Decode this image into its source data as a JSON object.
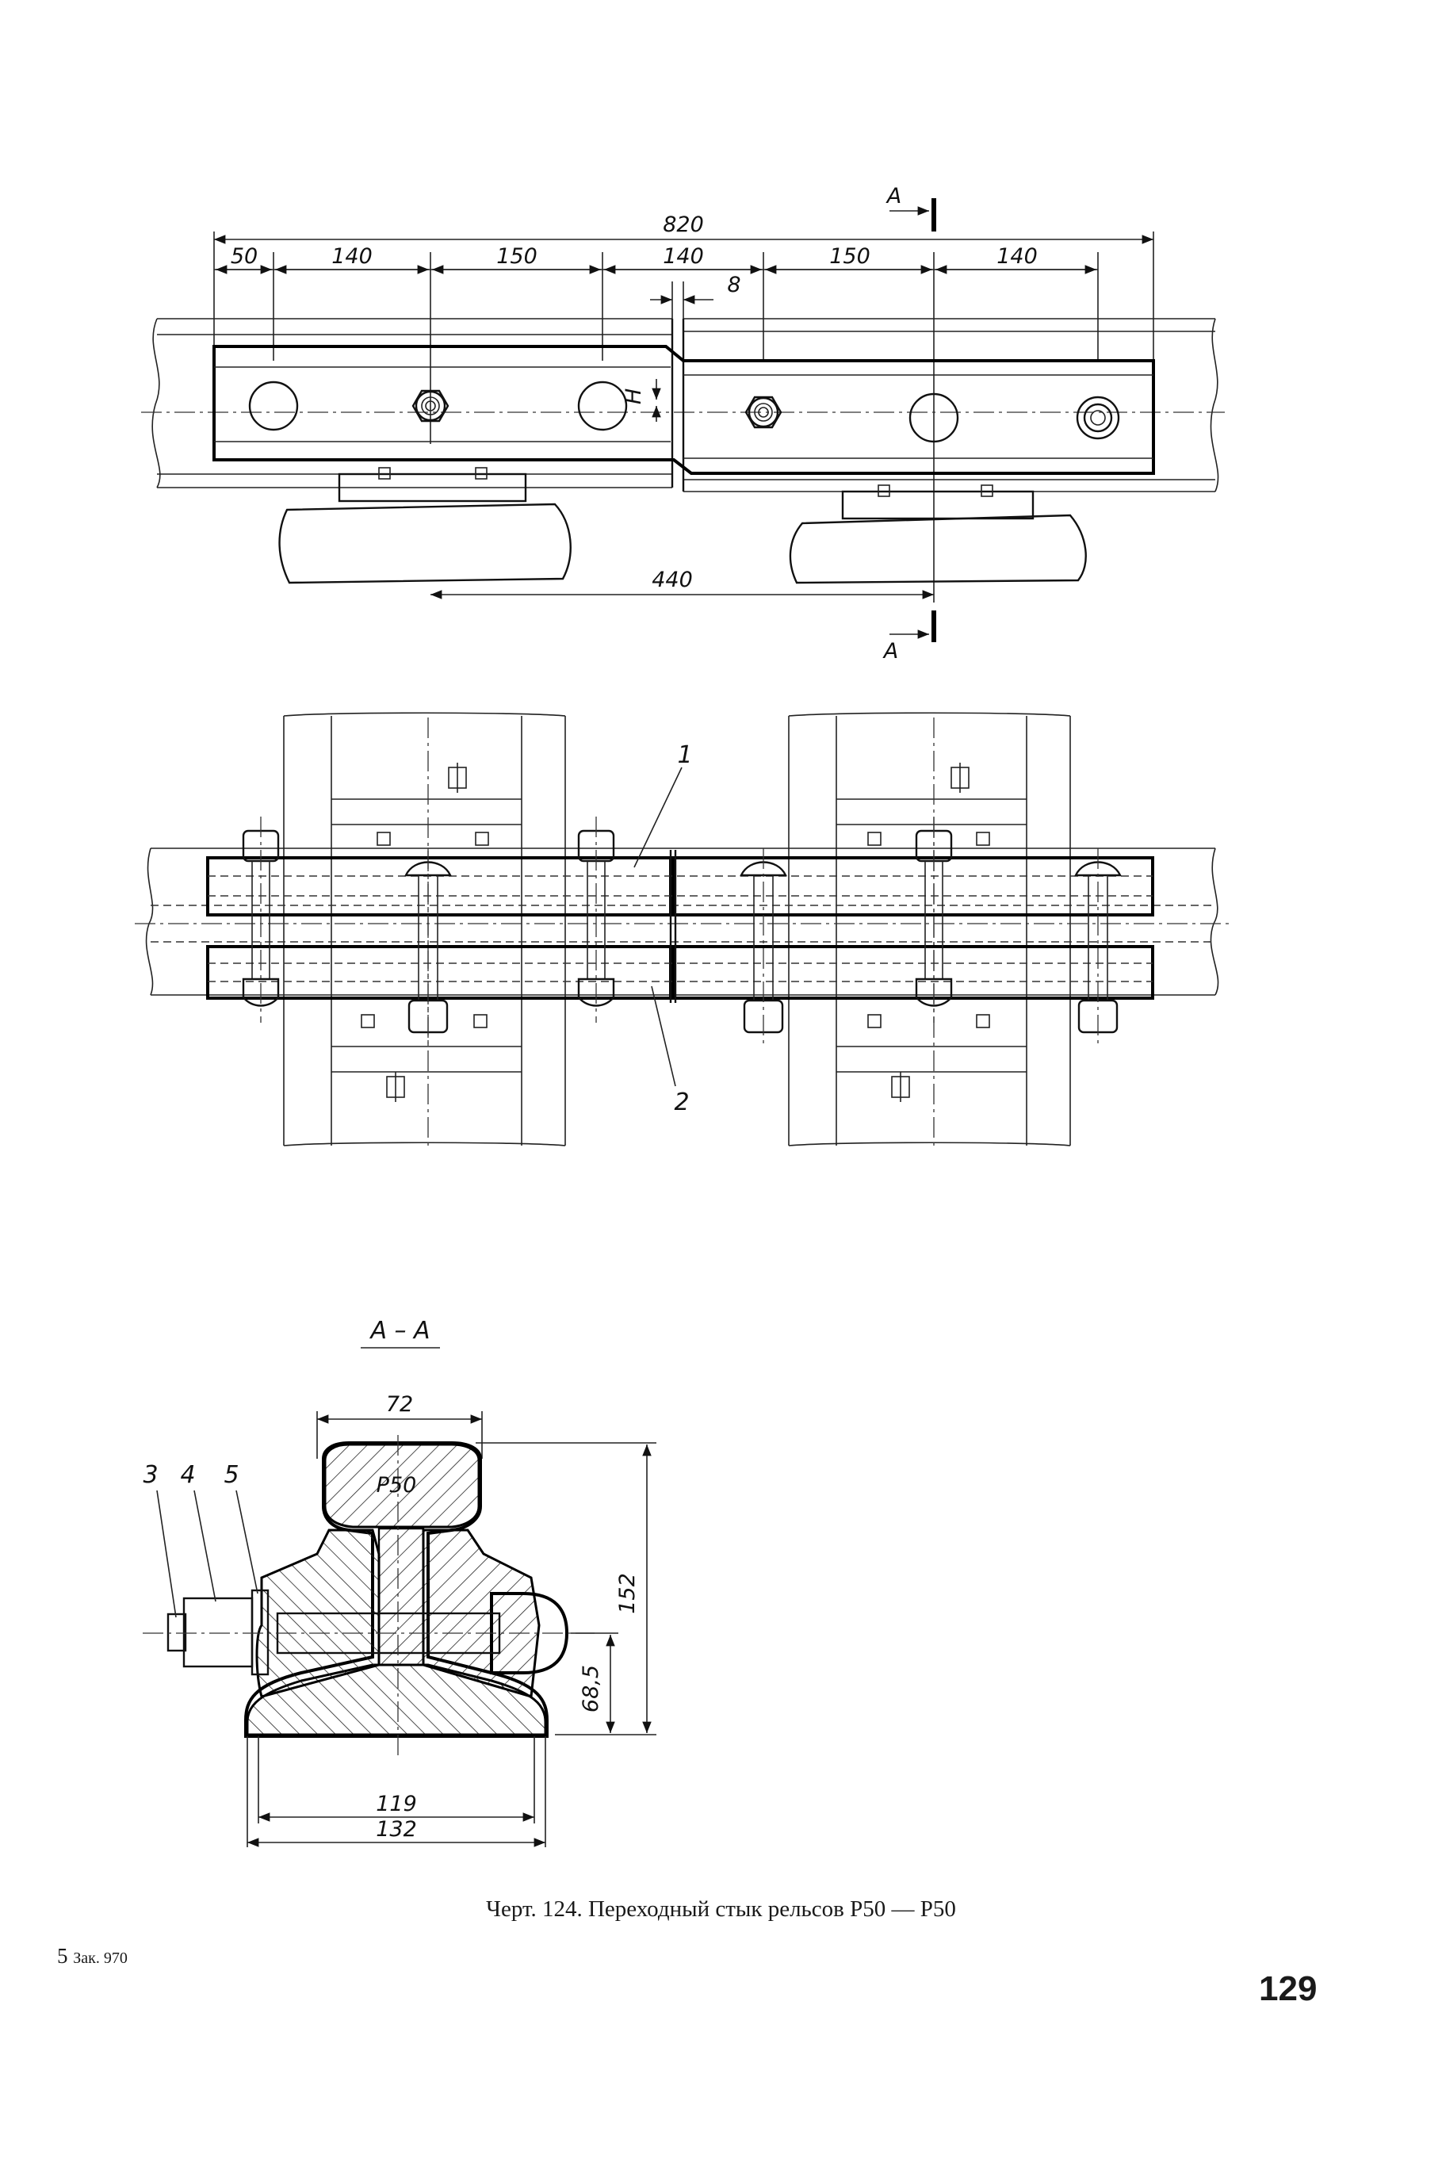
{
  "drawing": {
    "top_view": {
      "overall_dim": "820",
      "segment_dims": [
        "50",
        "140",
        "150",
        "140",
        "150",
        "140"
      ],
      "gap_dim": "8",
      "step_dim": "H",
      "sleeper_spacing_dim": "440",
      "section_mark": "A"
    },
    "plan_view": {
      "callouts": [
        "1",
        "2"
      ]
    },
    "section_view": {
      "title": "А – А",
      "rail_type": "Р50",
      "head_width_dim": "72",
      "height_dim": "152",
      "bolt_height_dim": "68,5",
      "base_inner_dim": "119",
      "base_outer_dim": "132",
      "callouts": [
        "3",
        "4",
        "5"
      ]
    }
  },
  "caption": "Черт. 124. Переходный стык рельсов Р50 — Р50",
  "order_number": {
    "prefix": "5",
    "text": "Зак. 970"
  },
  "page_number": "129"
}
